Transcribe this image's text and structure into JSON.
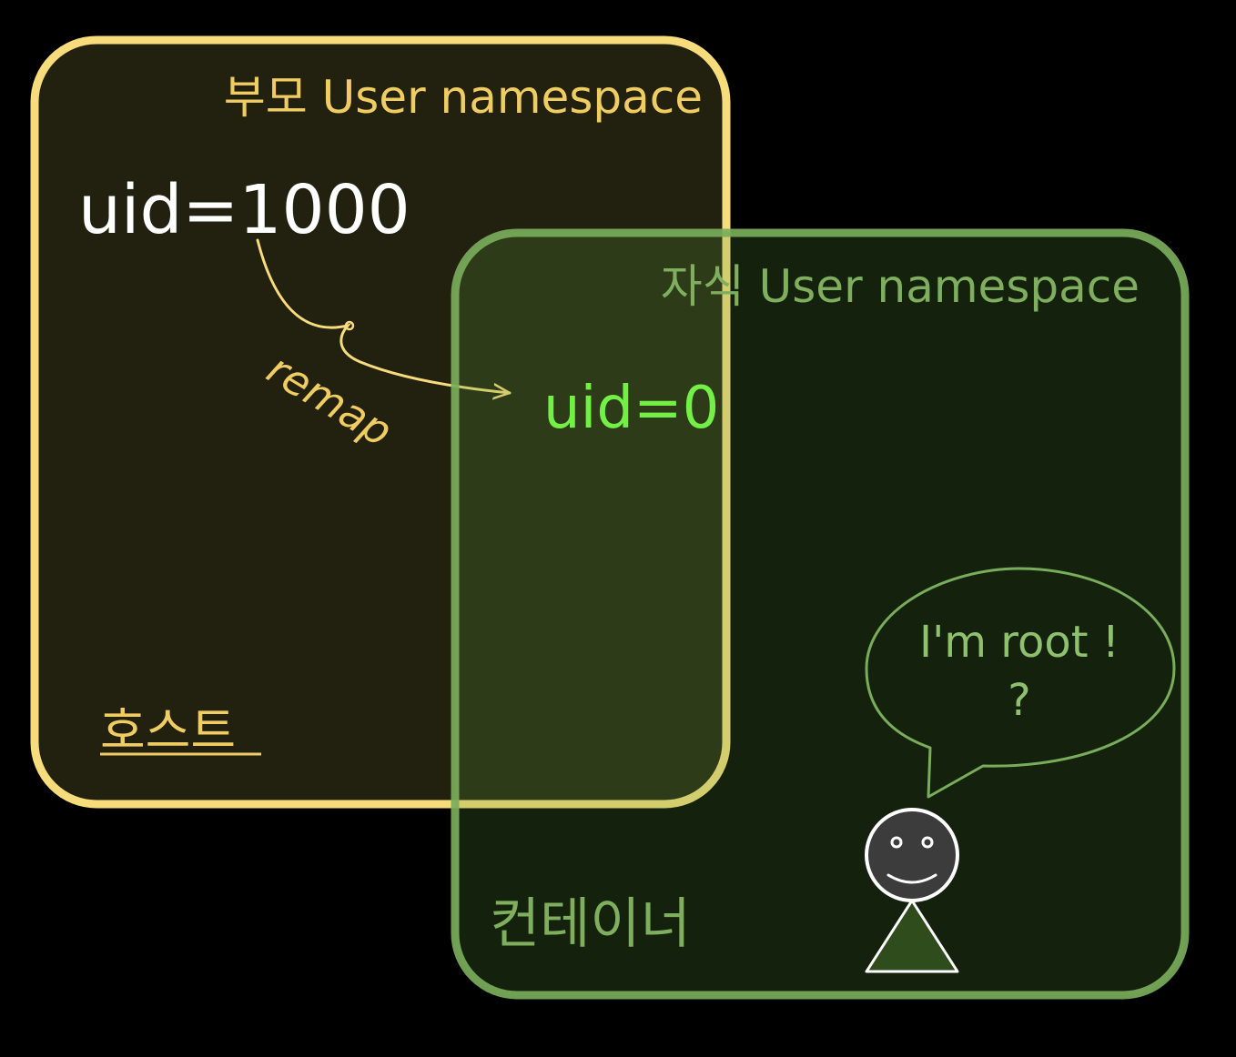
{
  "colors": {
    "background": "#000000",
    "parent_border": "#f7dc7c",
    "parent_fill": "#22200f",
    "child_border": "#79ad5b",
    "child_fill": "#1a3010",
    "parent_text": "#f0cd62",
    "child_text": "#7fae5e",
    "uid_parent_text": "#ffffff",
    "uid_child_text": "#73f046",
    "bubble_text": "#8fc06e",
    "face_fill": "#3c3c3c",
    "body_fill": "#2f4c1d"
  },
  "parent": {
    "title": "부모 User namespace",
    "uid": "uid=1000",
    "label": "호스트"
  },
  "child": {
    "title": "자식 User namespace",
    "uid": "uid=0",
    "label": "컨테이너"
  },
  "arrow": {
    "label": "remap"
  },
  "bubble": {
    "line1": "I'm root !",
    "line2": "?"
  }
}
